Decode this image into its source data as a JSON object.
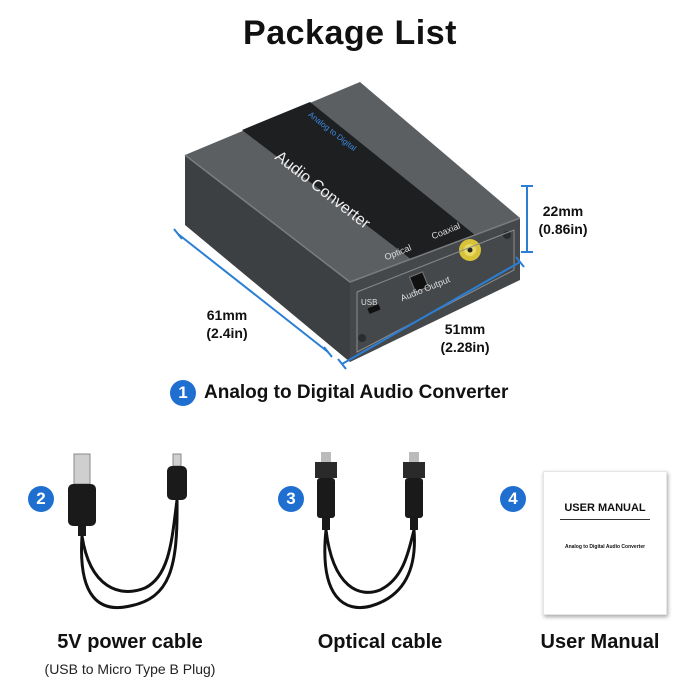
{
  "title": "Package List",
  "device": {
    "label_top": "Audio Converter",
    "label_small": "Analog to Digital",
    "port_labels": {
      "optical": "Optical",
      "coaxial": "Coaxial",
      "usb": "USB",
      "output": "Audio Output"
    }
  },
  "dimensions": {
    "height": {
      "mm": "22mm",
      "in": "(0.86in)"
    },
    "depth": {
      "mm": "61mm",
      "in": "(2.4in)"
    },
    "width": {
      "mm": "51mm",
      "in": "(2.28in)"
    }
  },
  "items": [
    {
      "number": "1",
      "title": "Analog to Digital Audio Converter"
    },
    {
      "number": "2",
      "caption": "5V power cable",
      "subcaption": "(USB to Micro Type B Plug)"
    },
    {
      "number": "3",
      "caption": "Optical cable"
    },
    {
      "number": "4",
      "caption": "User Manual"
    }
  ],
  "manual": {
    "heading": "USER MANUAL",
    "subtitle": "Analog to Digital Audio Converter"
  },
  "colors": {
    "accent": "#1f6fd1",
    "dimension_line": "#2a7fd4",
    "device_body": "#4a4d50"
  }
}
